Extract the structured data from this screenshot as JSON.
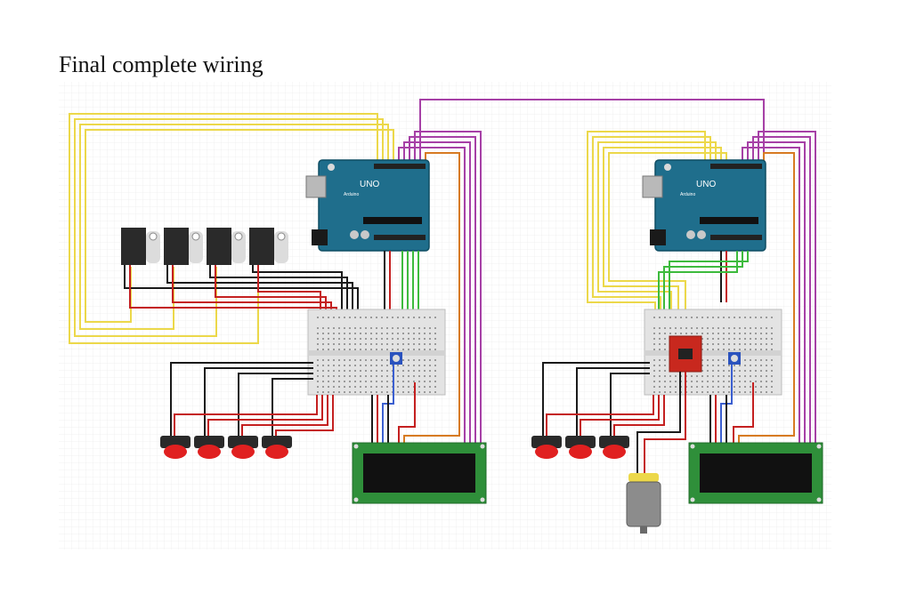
{
  "title": "Final complete wiring",
  "board_labels": {
    "logo": "UNO",
    "brand": "Arduino"
  },
  "colors": {
    "wire_yellow": "#ecd84a",
    "wire_purple": "#a640a6",
    "wire_orange": "#d77a22",
    "wire_green": "#3dbb3d",
    "wire_red": "#c42020",
    "wire_black": "#1a1a1a",
    "wire_blue": "#3b5fd0",
    "board_teal": "#1f6e8c",
    "lcd_green": "#2f8f3a",
    "button_red": "#e02020",
    "driver_red": "#c8281e",
    "pot_blue": "#2a52be",
    "motor_grey": "#8c8c8c"
  },
  "layout": {
    "left_circuit": {
      "servos": 4,
      "buttons": 4
    },
    "right_circuit": {
      "buttons": 3,
      "motor": 1,
      "driver_board": 1
    }
  }
}
